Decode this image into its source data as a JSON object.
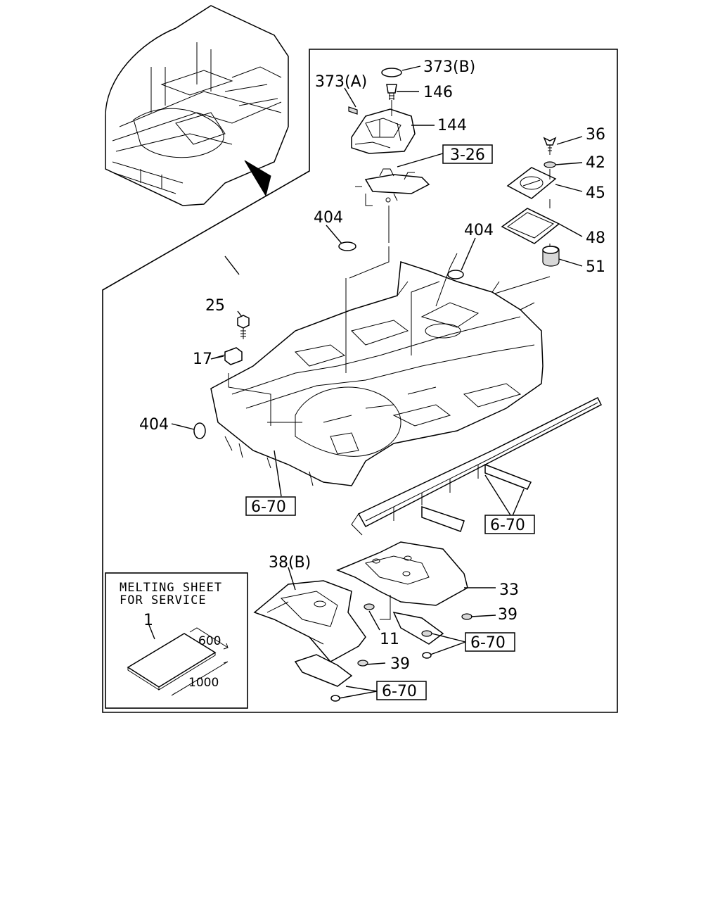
{
  "callouts": {
    "c373b": "373(B)",
    "c373a": "373(A)",
    "c146": "146",
    "c144": "144",
    "c36": "36",
    "c42": "42",
    "c45": "45",
    "c48": "48",
    "c51": "51",
    "c404a": "404",
    "c404b": "404",
    "c404c": "404",
    "c25": "25",
    "c17": "17",
    "c38b": "38(B)",
    "c33": "33",
    "c39a": "39",
    "c39b": "39",
    "c11": "11",
    "c1": "1"
  },
  "references": {
    "r326": "3-26",
    "r670a": "6-70",
    "r670b": "6-70",
    "r670c": "6-70",
    "r670d": "6-70"
  },
  "inset": {
    "title_line1": "MELTING SHEET",
    "title_line2": "FOR SERVICE",
    "dim_width": "600",
    "dim_length": "1000"
  }
}
